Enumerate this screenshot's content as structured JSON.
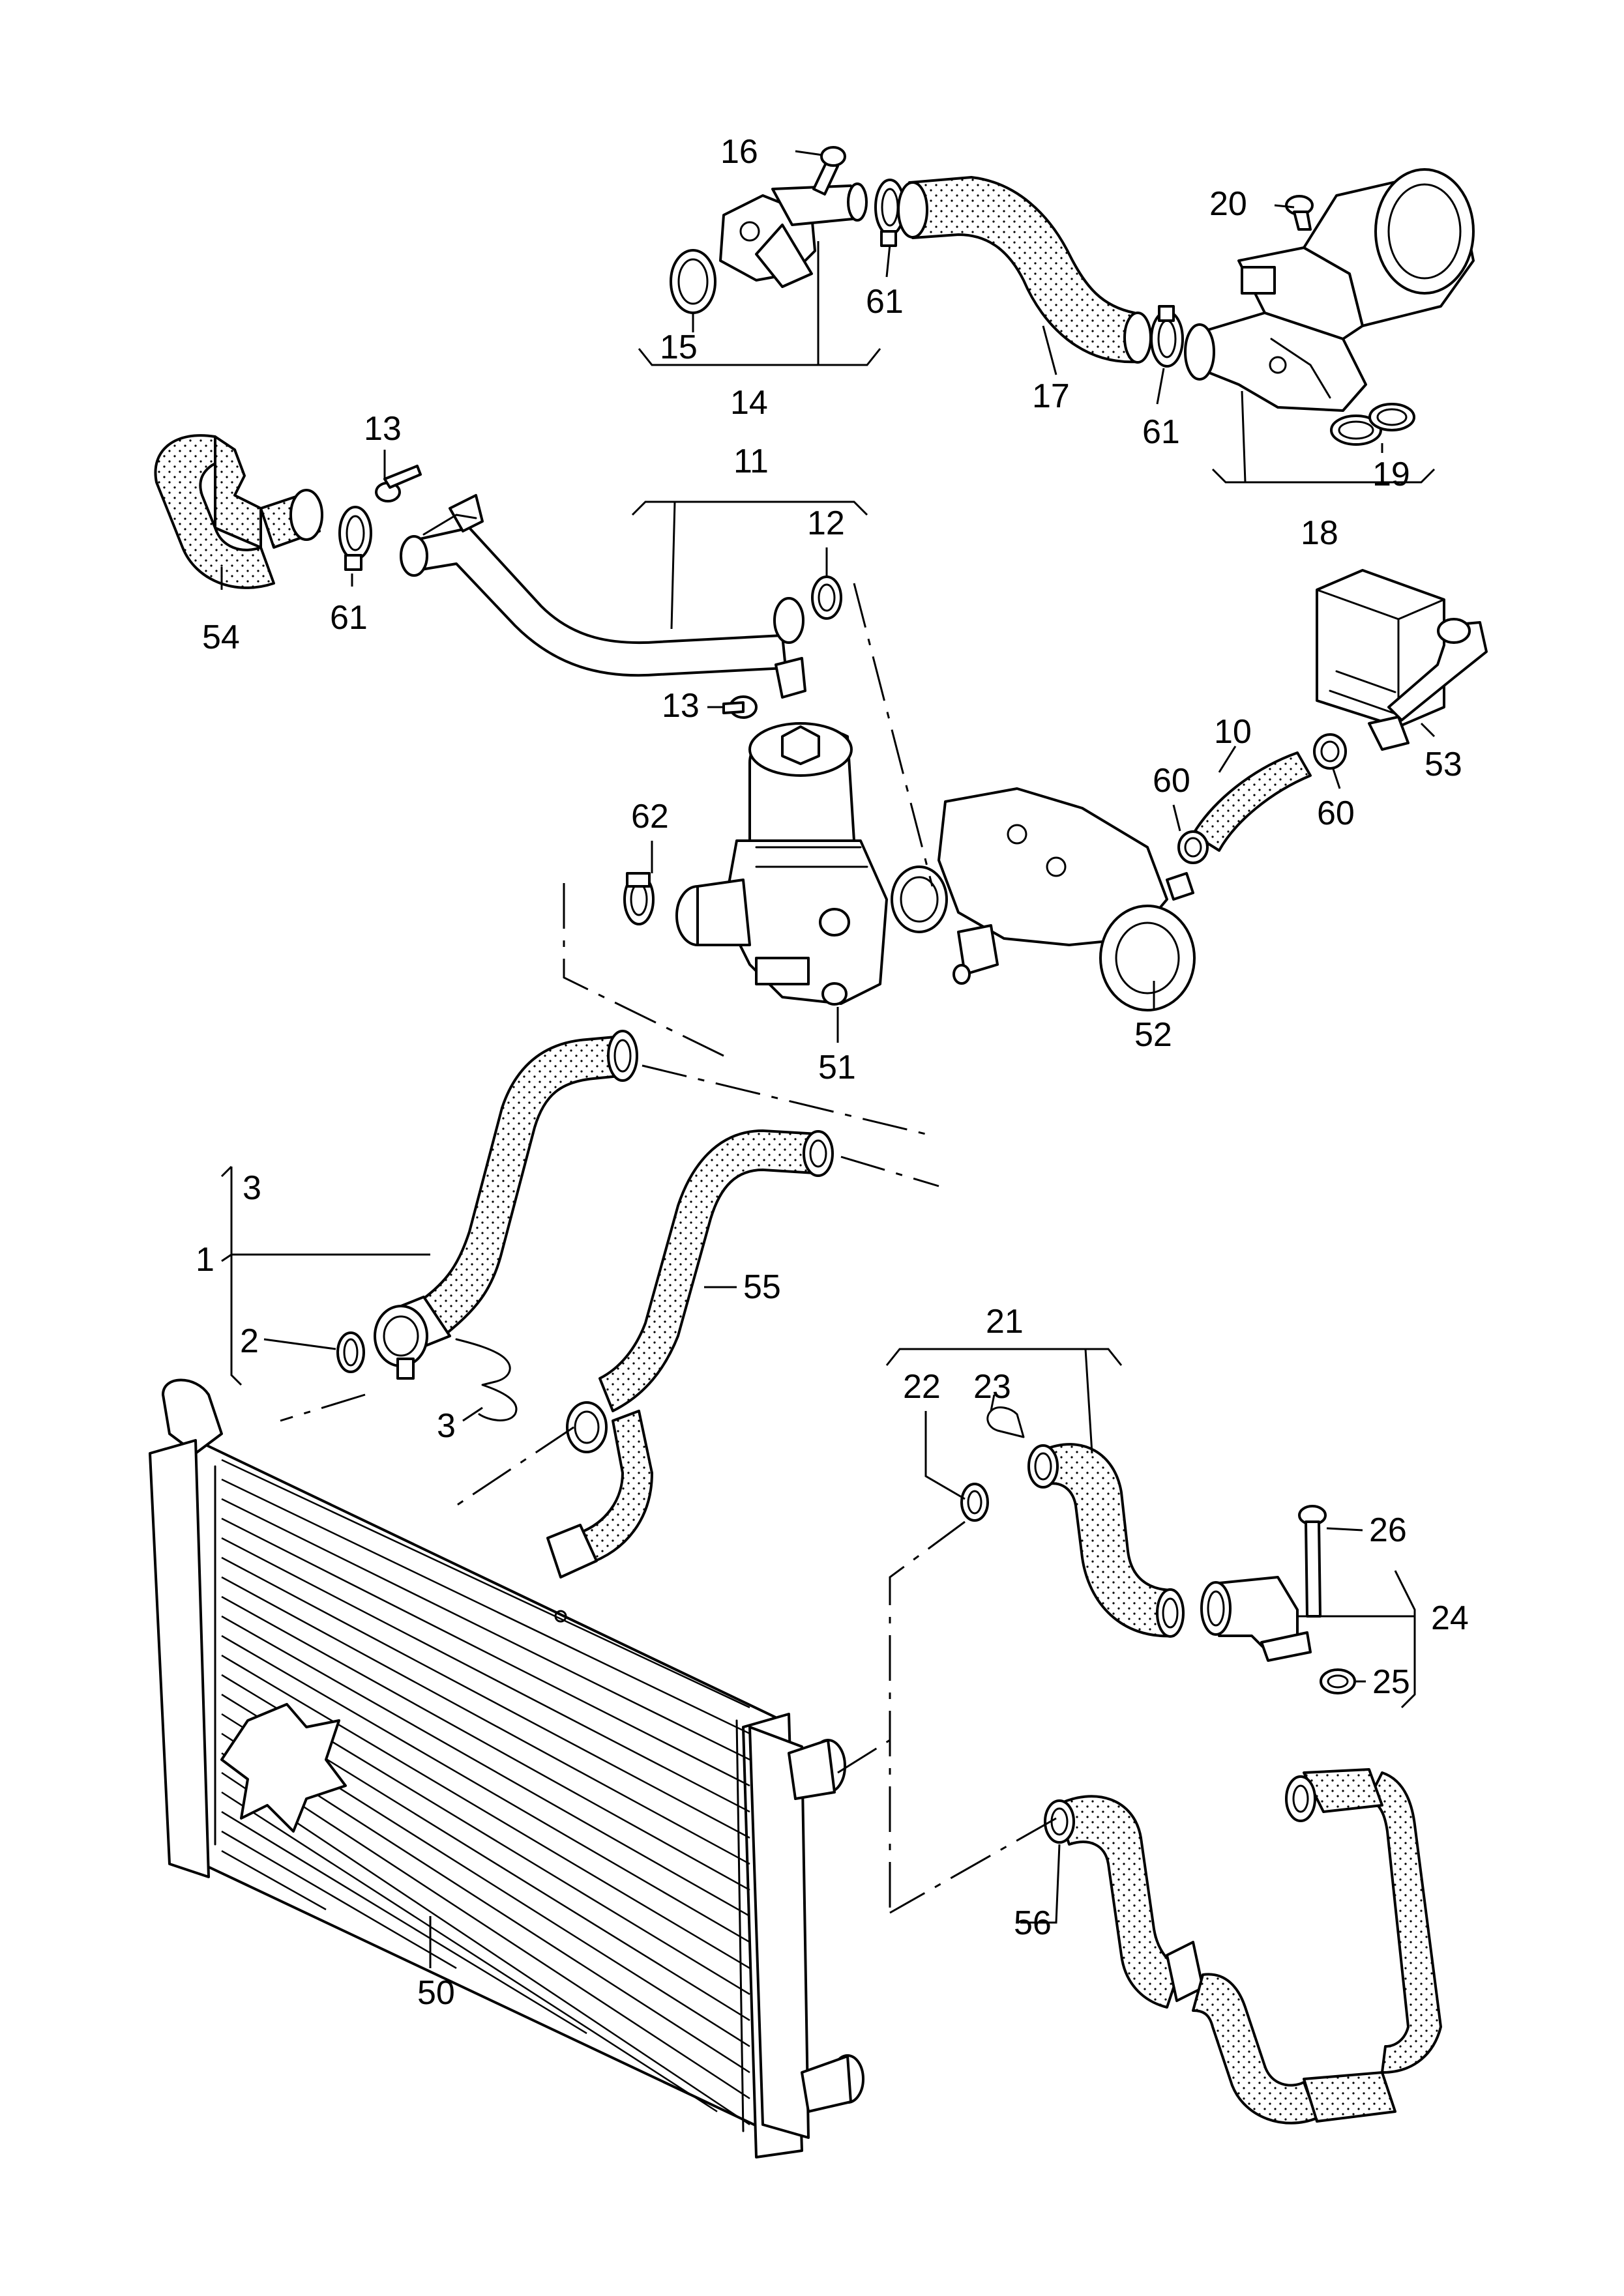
{
  "callouts": [
    {
      "id": "c1",
      "text": "1"
    },
    {
      "id": "c2",
      "text": "2"
    },
    {
      "id": "c3a",
      "text": "3"
    },
    {
      "id": "c3b",
      "text": "3"
    },
    {
      "id": "c10",
      "text": "10"
    },
    {
      "id": "c11",
      "text": "11"
    },
    {
      "id": "c12",
      "text": "12"
    },
    {
      "id": "c13a",
      "text": "13"
    },
    {
      "id": "c13b",
      "text": "13"
    },
    {
      "id": "c14",
      "text": "14"
    },
    {
      "id": "c15",
      "text": "15"
    },
    {
      "id": "c16",
      "text": "16"
    },
    {
      "id": "c17",
      "text": "17"
    },
    {
      "id": "c18",
      "text": "18"
    },
    {
      "id": "c19",
      "text": "19"
    },
    {
      "id": "c20",
      "text": "20"
    },
    {
      "id": "c21",
      "text": "21"
    },
    {
      "id": "c22",
      "text": "22"
    },
    {
      "id": "c23",
      "text": "23"
    },
    {
      "id": "c24",
      "text": "24"
    },
    {
      "id": "c25",
      "text": "25"
    },
    {
      "id": "c26",
      "text": "26"
    },
    {
      "id": "c50",
      "text": "50"
    },
    {
      "id": "c51",
      "text": "51"
    },
    {
      "id": "c52",
      "text": "52"
    },
    {
      "id": "c53",
      "text": "53"
    },
    {
      "id": "c54",
      "text": "54"
    },
    {
      "id": "c55",
      "text": "55"
    },
    {
      "id": "c56",
      "text": "56"
    },
    {
      "id": "c60a",
      "text": "60"
    },
    {
      "id": "c60b",
      "text": "60"
    },
    {
      "id": "c61a",
      "text": "61"
    },
    {
      "id": "c61b",
      "text": "61"
    },
    {
      "id": "c61c",
      "text": "61"
    },
    {
      "id": "c62",
      "text": "62"
    }
  ]
}
